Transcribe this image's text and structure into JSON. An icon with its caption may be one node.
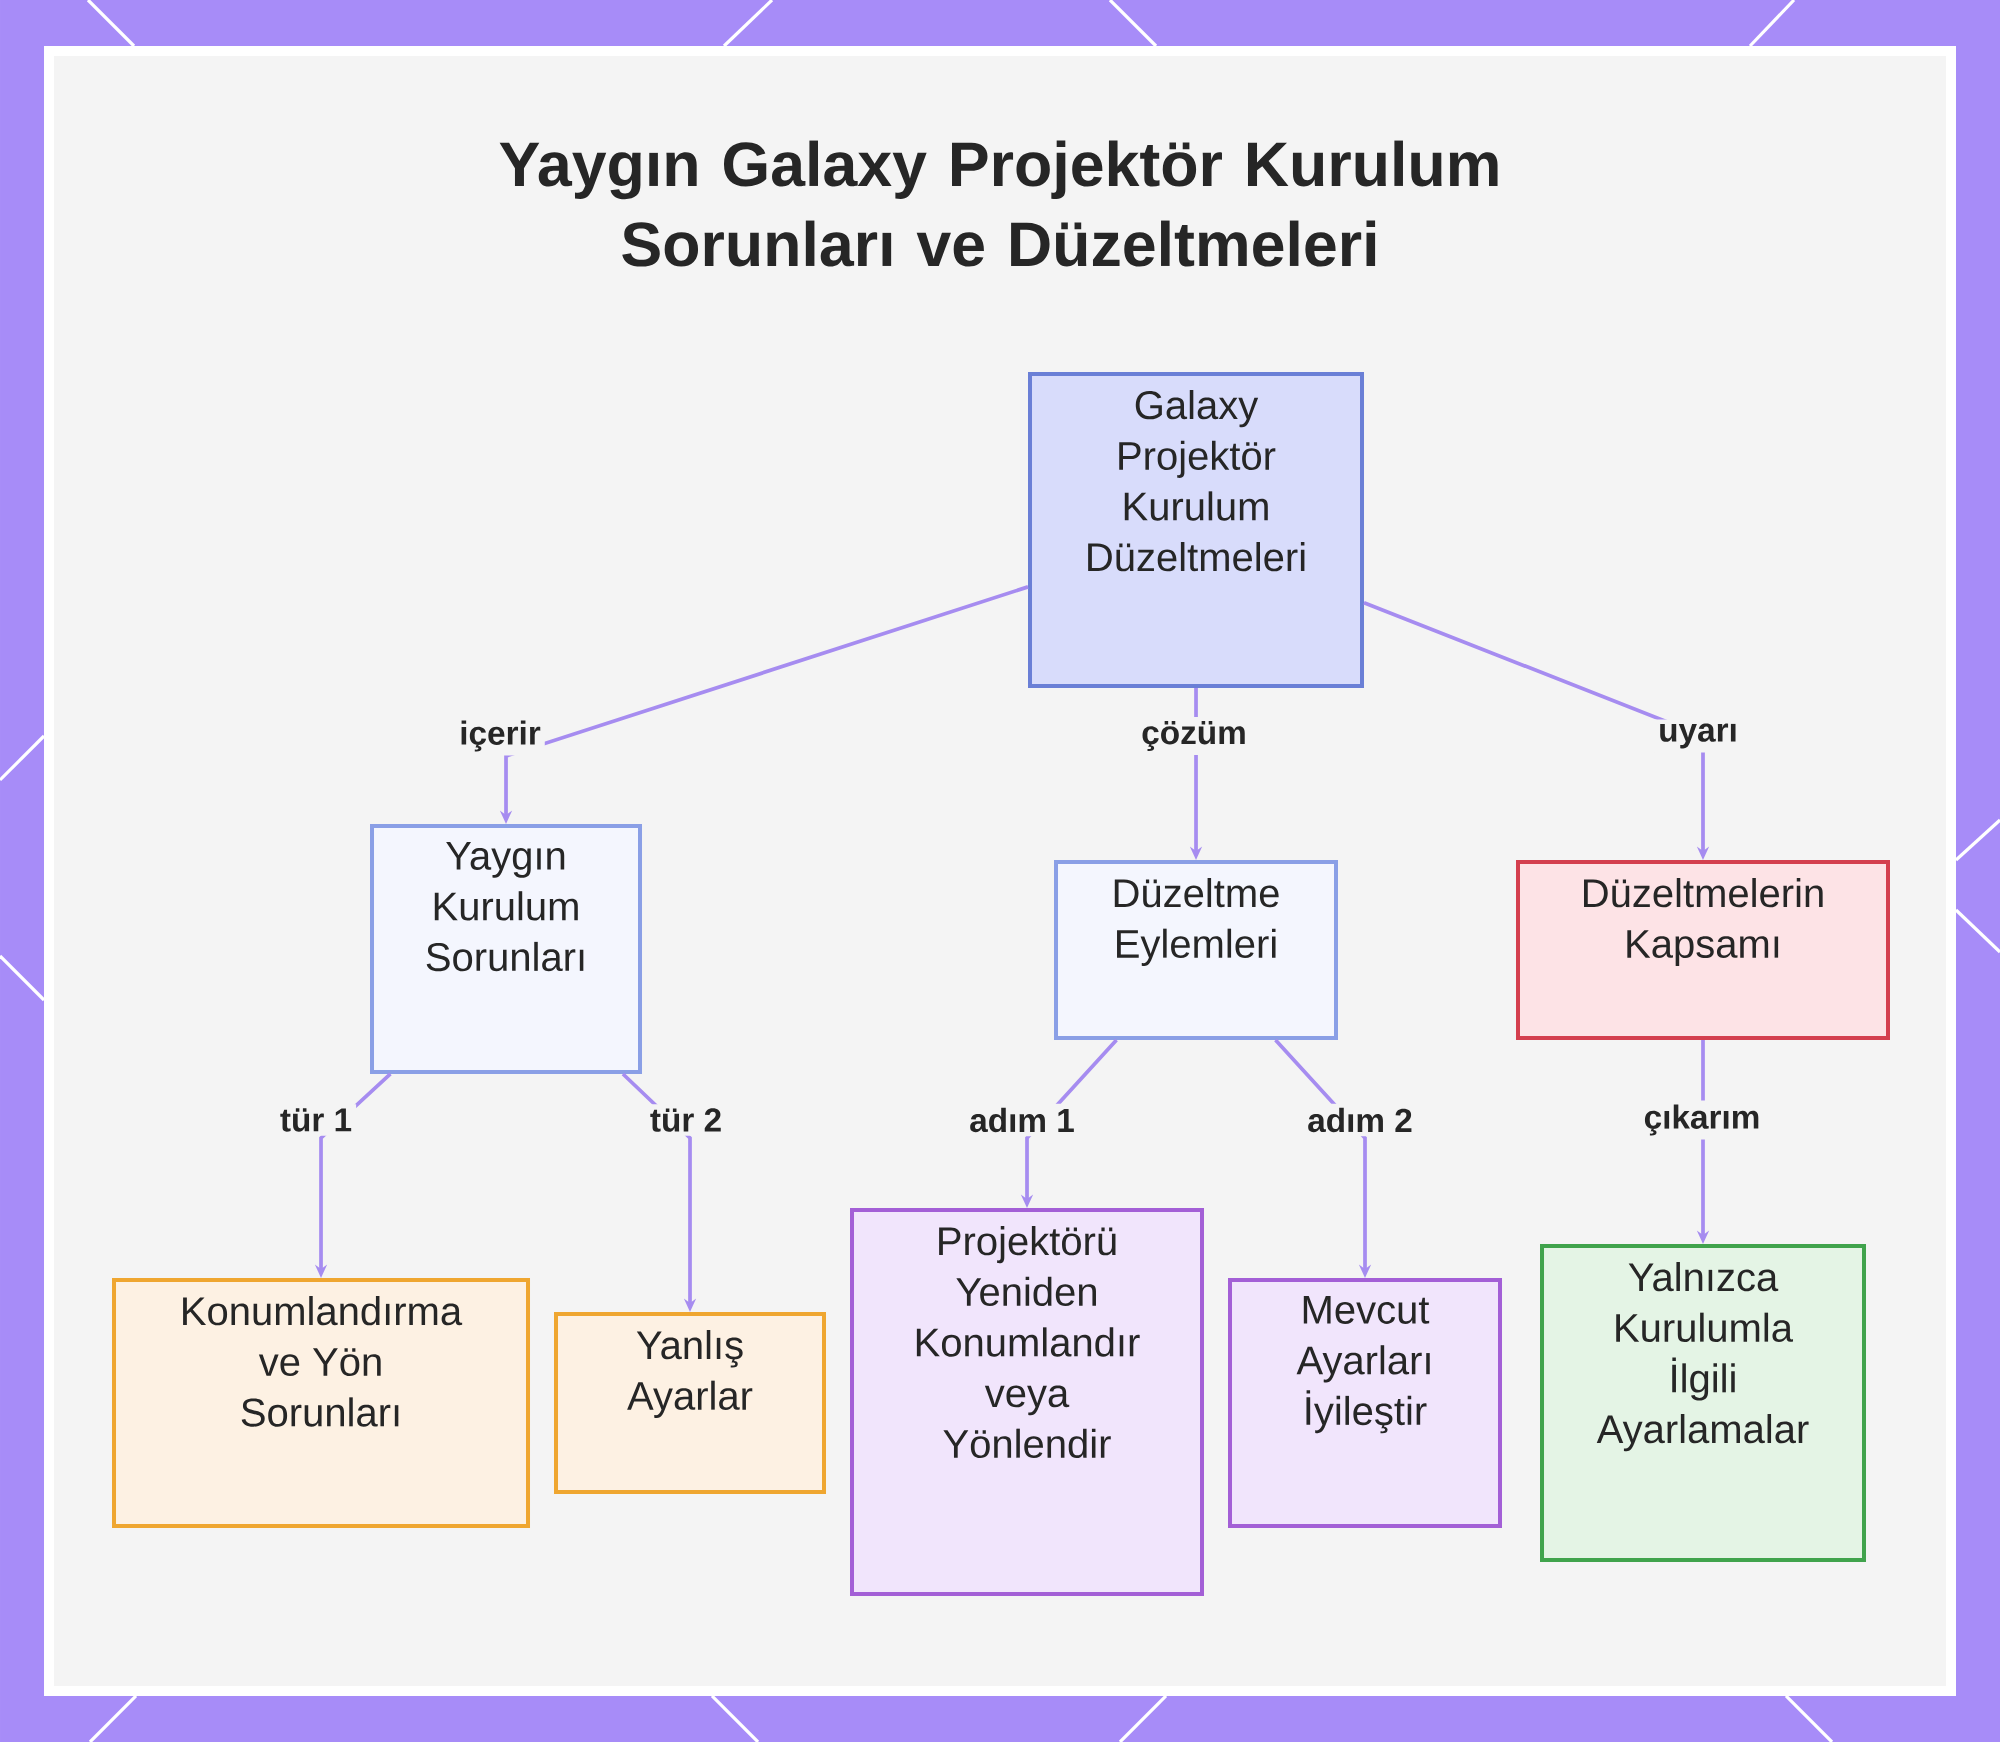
{
  "diagram": {
    "title": "Yaygın Galaxy Projektör Kurulum Sorunları ve Düzeltmeleri",
    "nodes": [
      {
        "text": [
          "Galaxy Projektör Kurulum Düzeltmeleri"
        ]
      },
      {
        "text": [
          "Yaygın Kurulum Sorunları"
        ]
      },
      {
        "text": [
          "Düzeltme Eylemleri"
        ]
      },
      {
        "text": [
          "Düzeltmelerin Kapsamı"
        ]
      },
      {
        "text": [
          "Konumlandırma ve Yön Sorunları"
        ]
      },
      {
        "text": [
          "Yanlış Ayarlar"
        ]
      },
      {
        "text": [
          "Projektörü Yeniden Konumlandır veya Yönlendir"
        ]
      },
      {
        "text": [
          "Mevcut Ayarları İyileştir"
        ]
      },
      {
        "text": [
          "Yalnızca Kurulumla İlgili Ayarlamalar"
        ]
      }
    ],
    "edges": [
      {
        "from": 0,
        "to": 1,
        "arrow": "to",
        "label": "içerir"
      },
      {
        "from": 0,
        "to": 2,
        "arrow": "to",
        "label": "çözüm"
      },
      {
        "from": 0,
        "to": 3,
        "arrow": "to",
        "label": "uyarı"
      },
      {
        "from": 1,
        "to": 4,
        "arrow": "to",
        "label": "tür 1"
      },
      {
        "from": 1,
        "to": 5,
        "arrow": "to",
        "label": "tür 2"
      },
      {
        "from": 2,
        "to": 6,
        "arrow": "to",
        "label": "adım 1"
      },
      {
        "from": 2,
        "to": 7,
        "arrow": "to",
        "label": "adım 2"
      },
      {
        "from": 3,
        "to": 8,
        "arrow": "to",
        "label": "çıkarım"
      }
    ]
  }
}
